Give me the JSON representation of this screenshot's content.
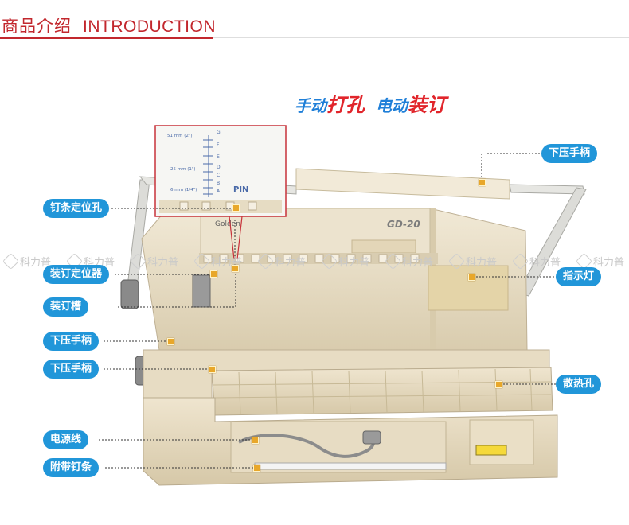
{
  "header": {
    "title_zh": "商品介绍",
    "title_en": "INTRODUCTION"
  },
  "slogan": {
    "part1": "手动",
    "part2": "打孔",
    "part3": "电动",
    "part4": "装订"
  },
  "product": {
    "model": "GD-20",
    "brand": "Golden"
  },
  "inset": {
    "scale_top": "51 mm (2\")",
    "scale_mid": "25 mm (1\")",
    "scale_bot": "6 mm (1/4\")",
    "letters": [
      "G",
      "F",
      "E",
      "D",
      "C",
      "B",
      "A"
    ],
    "pin_label": "PIN"
  },
  "callouts": {
    "press_handle_top": "下压手柄",
    "strip_hole": "钉条定位孔",
    "binding_locator": "装订定位器",
    "indicator": "指示灯",
    "binding_slot": "装订槽",
    "press_handle_1": "下压手柄",
    "press_handle_2": "下压手柄",
    "vent": "散热孔",
    "power_cord": "电源线",
    "strips": "附带钉条"
  },
  "watermark": "科力普",
  "colors": {
    "accent_red": "#c2272d",
    "callout_blue": "#2196d9",
    "dot_gold": "#e8a72a",
    "machine_beige": "#ede3cc"
  }
}
